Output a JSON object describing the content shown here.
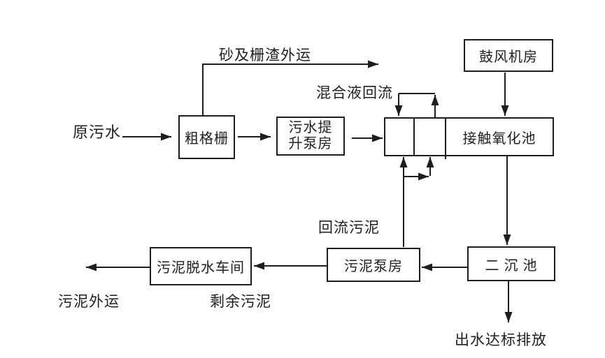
{
  "canvas": {
    "background": "#ffffff",
    "line_color": "#1e1e1e",
    "text_color": "#1e1e1e"
  },
  "nodes": {
    "coarse_screen": "粗格栅",
    "lift_pump_line1": "污水提",
    "lift_pump_line2": "升泵房",
    "blower_room": "鼓风机房",
    "contact_oxidation_tank": "接触氧化池",
    "secondary_clarifier": "二 沉 池",
    "sludge_pump_house": "污泥泵房",
    "sludge_dewatering_workshop": "污泥脱水车间"
  },
  "labels": {
    "raw_sewage": "原污水",
    "sand_screenings_out": "砂及栅渣外运",
    "mixed_liquor_return": "混合液回流",
    "return_sludge": "回流污泥",
    "sludge_out": "污泥外运",
    "excess_sludge": "剩余污泥",
    "effluent_discharge": "出水达标排放"
  }
}
